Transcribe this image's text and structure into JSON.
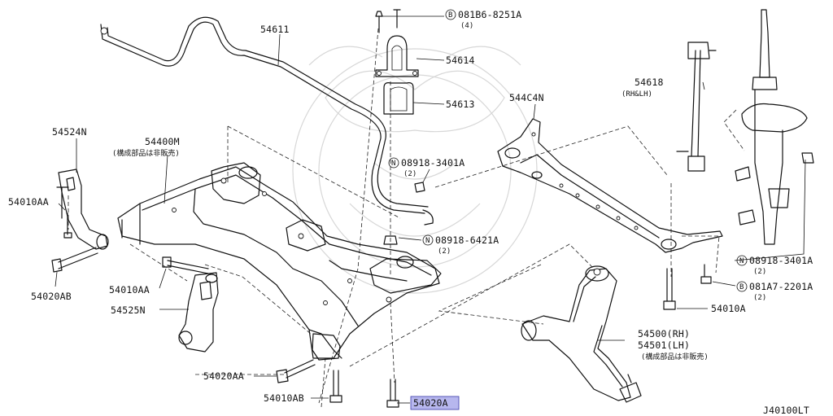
{
  "diagram": {
    "code": "J40100LT",
    "highlight_color": "#b7b7ee",
    "labels": {
      "p54611": "54611",
      "p54614": "54614",
      "p54613": "54613",
      "p54618": "54618",
      "p54618_sub": "(RH&LH)",
      "p544C4N": "544C4N",
      "p54524N": "54524N",
      "p54400M": "54400M",
      "p54400M_sub": "(構成部品は非販売)",
      "p54010AA_left": "54010AA",
      "p54020AB": "54020AB",
      "p54010AA_mid": "54010AA",
      "p54525N": "54525N",
      "p54020AA": "54020AA",
      "p54010AB": "54010AB",
      "p54020A": "54020A",
      "p54010A": "54010A",
      "p54500": "54500(RH)",
      "p54501": "54501(LH)",
      "p54500_sub": "(構成部品は非販売)",
      "bolt_081B6": "081B6-8251A",
      "bolt_081B6_qty": "(4)",
      "bolt_081A7": "081A7-2201A",
      "bolt_081A7_qty": "(2)",
      "nut_3401A_mid": "08918-3401A",
      "nut_3401A_mid_qty": "(2)",
      "nut_6421A": "08918-6421A",
      "nut_6421A_qty": "(2)",
      "nut_3401A_right": "08918-3401A",
      "nut_3401A_right_qty": "(2)",
      "badge_b": "B",
      "badge_n": "N"
    }
  }
}
